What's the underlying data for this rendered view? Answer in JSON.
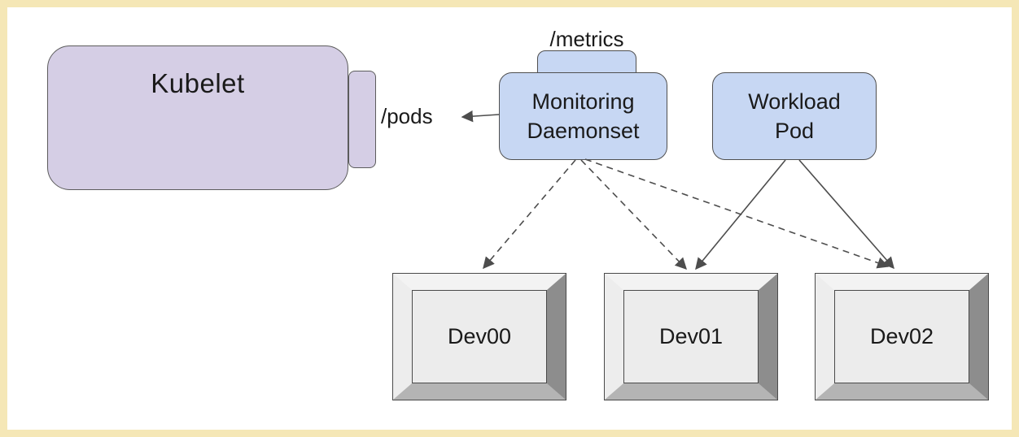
{
  "diagram": {
    "type": "kubernetes-device-monitoring-architecture",
    "frame_border_color": "#f5e7b6",
    "background_color": "#ffffff",
    "nodes": {
      "kubelet": {
        "label": "Kubelet",
        "fill": "#d5cee5",
        "stroke": "#5c5c5c"
      },
      "pods_endpoint": {
        "label": "/pods",
        "fill": "#d5cee5"
      },
      "metrics_endpoint": {
        "label": "/metrics",
        "fill": "#c7d7f3"
      },
      "monitoring": {
        "line1": "Monitoring",
        "line2": "Daemonset",
        "fill": "#c7d7f3",
        "stroke": "#4f4f4f"
      },
      "workload": {
        "line1": "Workload",
        "line2": "Pod",
        "fill": "#c7d7f3",
        "stroke": "#4f4f4f"
      },
      "dev00": {
        "label": "Dev00",
        "face_fill": "#ececec",
        "bevel_light": "#f3f3f3",
        "bevel_dark": "#8d8d8d"
      },
      "dev01": {
        "label": "Dev01",
        "face_fill": "#ececec",
        "bevel_light": "#f3f3f3",
        "bevel_dark": "#8d8d8d"
      },
      "dev02": {
        "label": "Dev02",
        "face_fill": "#ececec",
        "bevel_light": "#f3f3f3",
        "bevel_dark": "#8d8d8d"
      }
    },
    "edges": [
      {
        "from": "monitoring",
        "to": "pods_endpoint",
        "style": "solid",
        "color": "#4d4d4d"
      },
      {
        "from": "monitoring",
        "to": "dev00",
        "style": "dashed",
        "color": "#4d4d4d"
      },
      {
        "from": "monitoring",
        "to": "dev01",
        "style": "dashed",
        "color": "#4d4d4d"
      },
      {
        "from": "monitoring",
        "to": "dev02",
        "style": "dashed",
        "color": "#4d4d4d"
      },
      {
        "from": "workload",
        "to": "dev01",
        "style": "solid",
        "color": "#4d4d4d"
      },
      {
        "from": "workload",
        "to": "dev02",
        "style": "solid",
        "color": "#4d4d4d"
      }
    ]
  }
}
